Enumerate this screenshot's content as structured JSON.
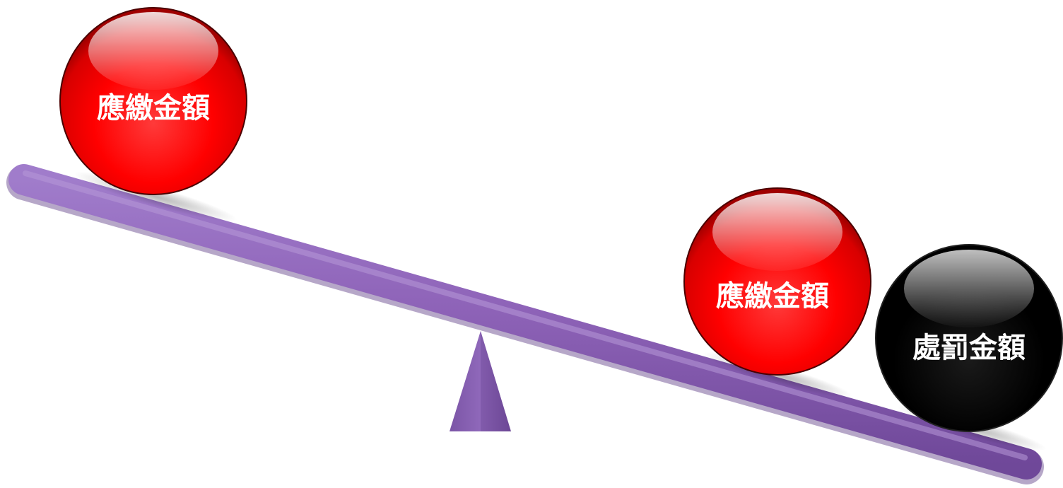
{
  "diagram": {
    "balls": {
      "left": {
        "label": "應繳金額",
        "color": "#ff0000"
      },
      "right_red": {
        "label": "應繳金額",
        "color": "#ff0000"
      },
      "right_black": {
        "label": "處罰金額",
        "color": "#000000"
      }
    },
    "beam_color": "#8e63b8",
    "fulcrum_color": "#7a52a6"
  }
}
